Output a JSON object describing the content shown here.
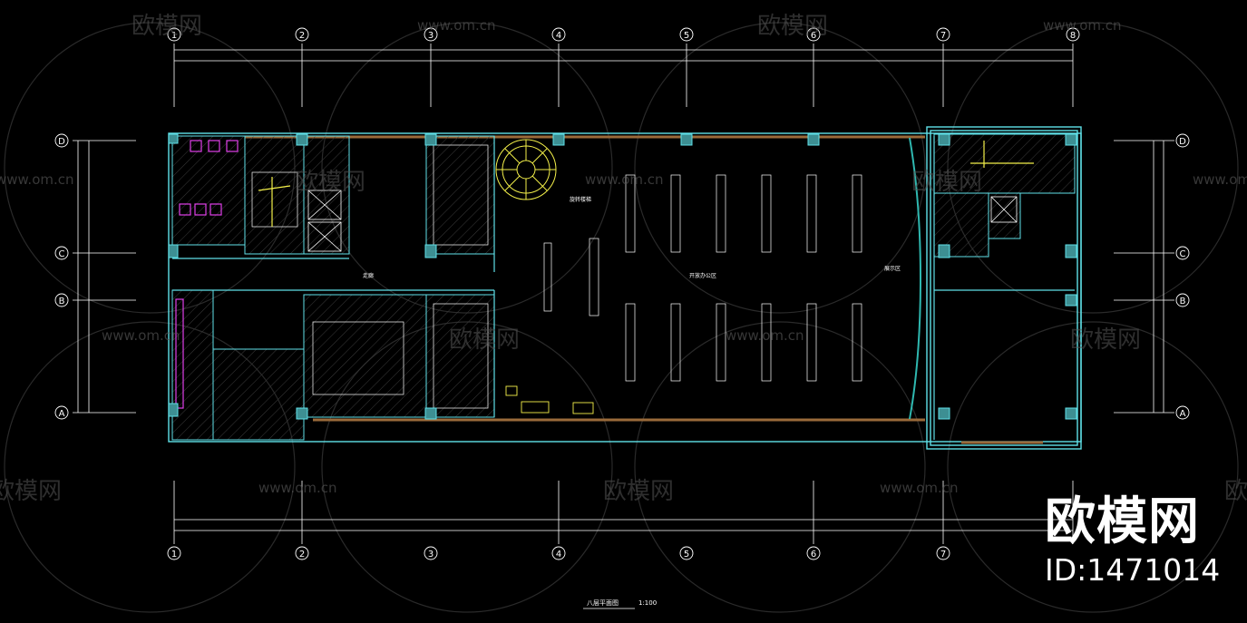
{
  "drawing": {
    "caption": "八层平面图",
    "scale": "1:100",
    "grid_columns": [
      "1",
      "2",
      "3",
      "4",
      "5",
      "6",
      "7",
      "8"
    ],
    "grid_rows": [
      "D",
      "C",
      "B",
      "A"
    ]
  },
  "rooms": {
    "open_office": "开放办公区",
    "spiral_stair": "旋转楼梯",
    "display": "展示区",
    "corridor": "走廊"
  },
  "watermark": {
    "logo_text": "欧模网",
    "url_text": "www.om.cn"
  },
  "brand": {
    "logo": "欧模网",
    "id": "ID:1471014"
  },
  "colors": {
    "background": "#000000",
    "wall": "#5fe0e8",
    "dimension": "#ffffff",
    "accent_yellow": "#f4f04a",
    "fixture_magenta": "#e040e8",
    "brown_wall": "#9a6a3a",
    "glass_teal": "#2fb8b0"
  }
}
